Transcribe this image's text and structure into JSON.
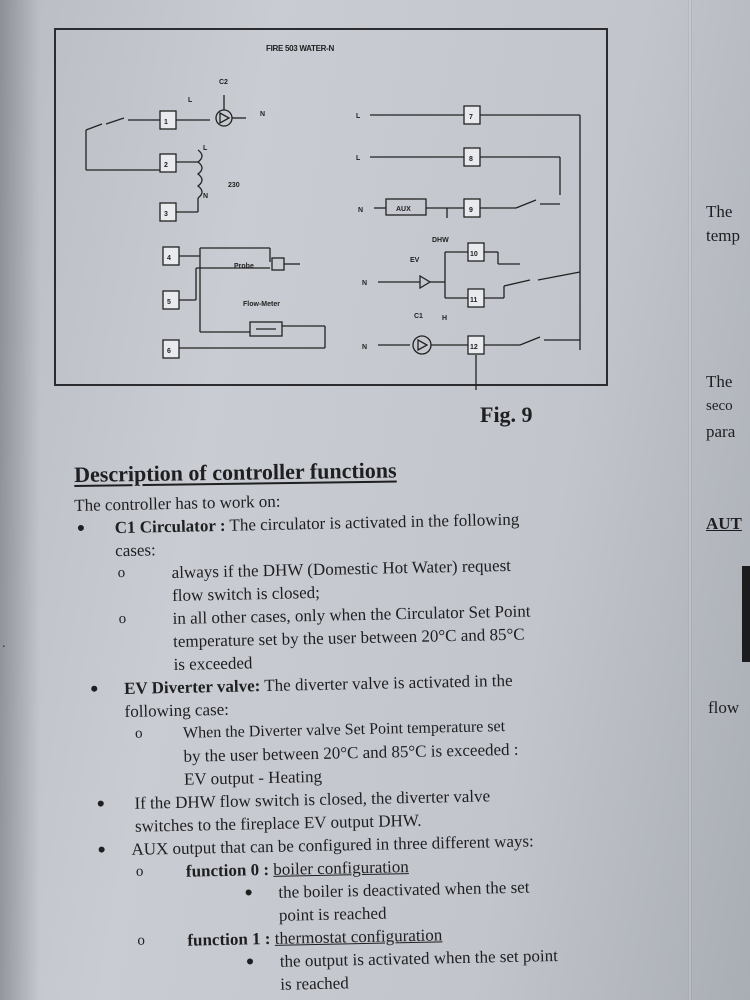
{
  "figure": {
    "title": "FIRE 503 WATER-N",
    "caption": "Fig. 9",
    "left_labels": {
      "c2": "C2",
      "l": "L",
      "n": "N",
      "v230": "230",
      "probe": "Probe",
      "flow_meter": "Flow-Meter"
    },
    "left_terminals": [
      "1",
      "2",
      "3",
      "4",
      "5",
      "6"
    ],
    "right_labels": {
      "l1": "L",
      "l2": "L",
      "n1": "N",
      "aux": "AUX",
      "dhw": "DHW",
      "ev": "EV",
      "n2": "N",
      "c1": "C1",
      "h": "H",
      "n3": "N"
    },
    "right_terminals": [
      "7",
      "8",
      "9",
      "10",
      "11",
      "12"
    ]
  },
  "section": {
    "heading": "Description of controller functions",
    "intro": "The controller has to work on:",
    "c1_label": "C1 Circulator :",
    "c1_text_a": " The circulator is activated in the following",
    "c1_text_b": "cases:",
    "c1_sub1_a": "always if the DHW (Domestic Hot Water) request",
    "c1_sub1_b": "flow switch is closed;",
    "c1_sub2_a": "in all other cases, only when the Circulator Set Point",
    "c1_sub2_b": "temperature set by the user between 20°C and 85°C",
    "c1_sub2_c": "is exceeded",
    "ev_label": "EV Diverter valve:",
    "ev_text_a": " The diverter valve is activated in the",
    "ev_text_b": "following case:",
    "ev_sub1_a": "When the Diverter valve Set Point temperature set",
    "ev_sub1_b": "by the user between 20°C and 85°C is exceeded :",
    "ev_sub1_c": "EV output - Heating",
    "dhw_a": "If the DHW flow switch is closed, the diverter valve",
    "dhw_b": "switches to the fireplace EV output DHW.",
    "aux_line": "AUX output that can be configured in three different ways:",
    "f0_label": "function 0 :",
    "f0_link": "boiler configuration",
    "f0_sub_a": "the boiler is deactivated when the set",
    "f0_sub_b": "point is reached",
    "f1_label": "function 1 :",
    "f1_link": "thermostat configuration",
    "f1_sub_a": "the output is activated when the set point",
    "f1_sub_b": "is reached"
  },
  "right_column": {
    "the1": "The",
    "temp": "temp",
    "the2": "The",
    "seco": "seco",
    "para": "para",
    "aut": "AUT",
    "flow": "flow"
  }
}
